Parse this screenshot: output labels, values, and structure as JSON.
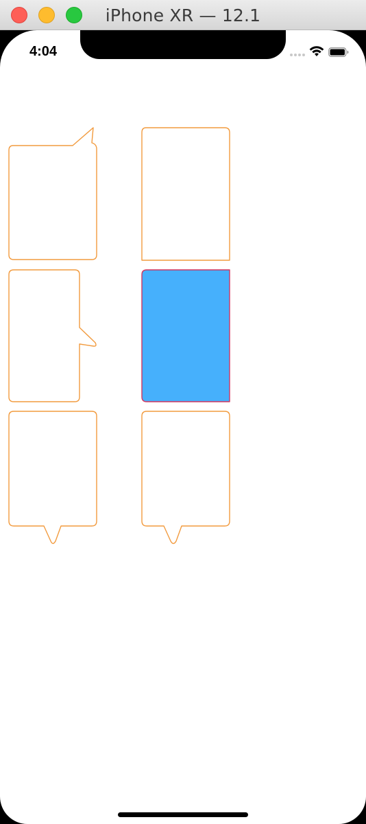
{
  "window": {
    "title": "iPhone XR — 12.1"
  },
  "status_bar": {
    "time": "4:04",
    "signal_icon": "cellular-signal-icon",
    "wifi_icon": "wifi-icon",
    "battery_icon": "battery-icon"
  },
  "colors": {
    "bubble_stroke": "#f29b3f",
    "selected_fill": "#46b0fc",
    "selected_stroke": "#d1365f"
  },
  "bubbles": [
    {
      "name": "bubble-tail-top-right",
      "selected": false
    },
    {
      "name": "bubble-no-tail",
      "selected": false
    },
    {
      "name": "bubble-tail-right",
      "selected": false
    },
    {
      "name": "bubble-selected",
      "selected": true
    },
    {
      "name": "bubble-tail-bottom-left",
      "selected": false
    },
    {
      "name": "bubble-tail-bottom-center",
      "selected": false
    }
  ]
}
